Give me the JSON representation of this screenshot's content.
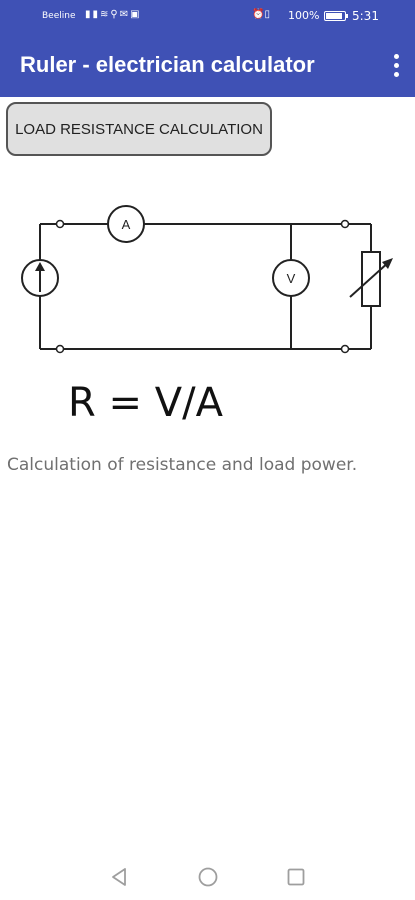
{
  "status_bar": {
    "carrier": "Beeline",
    "battery_percent": "100%",
    "battery_level": 0.9,
    "time": "5:31",
    "left_icons": [
      "signal-icon",
      "wifi-icon",
      "usb-icon",
      "mail-icon",
      "image-icon"
    ],
    "right_icons": [
      "alarm-icon",
      "vibrate-icon"
    ]
  },
  "app_bar": {
    "title": "Ruler - electrician calculator",
    "menu_icon": "more-vert-icon",
    "color": "#3f51b5"
  },
  "main": {
    "button_label": "LOAD RESISTANCE CALCULATION",
    "circuit": {
      "ammeter_label": "A",
      "voltmeter_label": "V"
    },
    "formula": "R = V/A",
    "description": "Calculation of resistance and load power."
  },
  "nav_bar": {
    "back_icon": "back-triangle-icon",
    "home_icon": "home-circle-icon",
    "recent_icon": "recent-square-icon"
  }
}
